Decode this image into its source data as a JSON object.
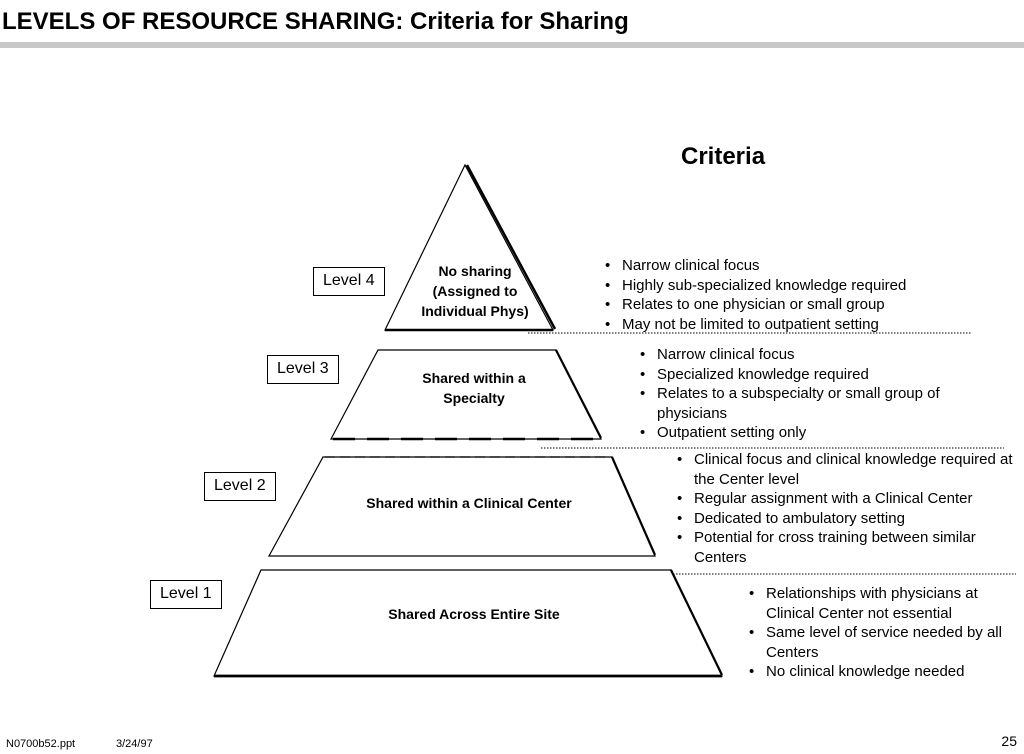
{
  "title": "LEVELS OF RESOURCE SHARING: Criteria for Sharing",
  "criteria_heading": "Criteria",
  "levels": [
    {
      "id": "level4",
      "label": "Level 4",
      "tier_text": [
        "No sharing",
        "(Assigned to",
        "Individual Phys)"
      ],
      "criteria": [
        "Narrow clinical focus",
        "Highly sub-specialized knowledge required",
        "Relates to one physician or small group",
        "May not be limited to outpatient setting"
      ]
    },
    {
      "id": "level3",
      "label": "Level 3",
      "tier_text": [
        "Shared within a",
        "Specialty"
      ],
      "criteria": [
        "Narrow clinical focus",
        "Specialized knowledge required",
        "Relates to a subspecialty or small group of physicians",
        "Outpatient setting only"
      ]
    },
    {
      "id": "level2",
      "label": "Level 2",
      "tier_text": [
        "Shared within a Clinical Center"
      ],
      "criteria": [
        "Clinical focus and clinical knowledge required at the Center level",
        "Regular assignment with a Clinical Center",
        "Dedicated to ambulatory setting",
        "Potential for cross training between similar Centers"
      ]
    },
    {
      "id": "level1",
      "label": "Level 1",
      "tier_text": [
        "Shared Across Entire Site"
      ],
      "criteria": [
        "Relationships with physicians at Clinical Center not essential",
        "Same level of service needed by all Centers",
        "No clinical knowledge needed"
      ]
    }
  ],
  "footer": {
    "file": "N0700b52.ppt",
    "date": "3/24/97",
    "page": "25"
  }
}
